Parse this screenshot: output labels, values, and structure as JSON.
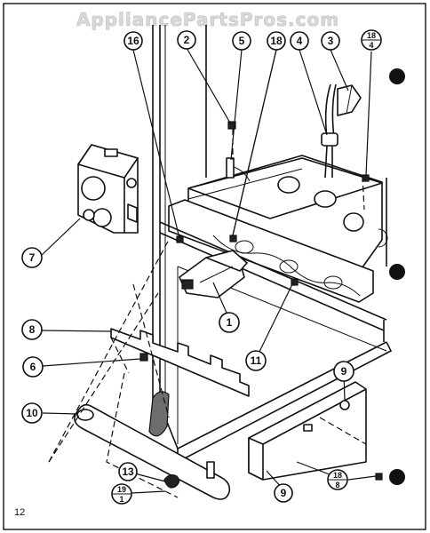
{
  "watermark": "AppliancePartsPros.com",
  "page_number": "12",
  "callouts": [
    {
      "id": "c16",
      "label": "16"
    },
    {
      "id": "c2",
      "label": "2"
    },
    {
      "id": "c5",
      "label": "5"
    },
    {
      "id": "c18a",
      "label": "18"
    },
    {
      "id": "c4",
      "label": "4"
    },
    {
      "id": "c3",
      "label": "3"
    },
    {
      "id": "c7",
      "label": "7"
    },
    {
      "id": "c8",
      "label": "8"
    },
    {
      "id": "c1",
      "label": "1"
    },
    {
      "id": "c11",
      "label": "11"
    },
    {
      "id": "c6",
      "label": "6"
    },
    {
      "id": "c9a",
      "label": "9"
    },
    {
      "id": "c10",
      "label": "10"
    },
    {
      "id": "c13",
      "label": "13"
    },
    {
      "id": "c9b",
      "label": "9"
    }
  ],
  "fraction_callouts": [
    {
      "id": "f18_4",
      "top": "18",
      "bottom": "4"
    },
    {
      "id": "f19_1",
      "top": "19",
      "bottom": "1"
    },
    {
      "id": "f18_8",
      "top": "18",
      "bottom": "8"
    }
  ]
}
